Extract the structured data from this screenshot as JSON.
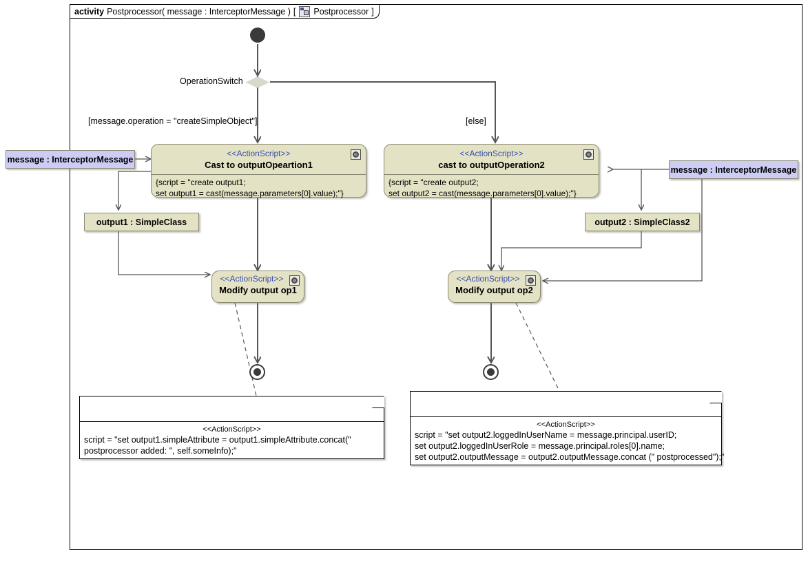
{
  "diagram": {
    "type": "uml-activity-diagram",
    "frame": {
      "keyword": "activity",
      "signature": "Postprocessor( message : InterceptorMessage )",
      "bracket_open": "[",
      "icon": "activity-class-icon",
      "owner": "Postprocessor",
      "bracket_close": "]"
    },
    "initial_node": {
      "name": "initial-node"
    },
    "decision": {
      "label": "OperationSwitch",
      "guard_left": "[message.operation = \"createSimpleObject\"]",
      "guard_right": "[else]"
    },
    "actions": [
      {
        "id": "cast1",
        "stereotype": "<<ActionScript>>",
        "name": "Cast to outputOpeartion1",
        "body_lines": [
          "{script = \"create output1;",
          "set output1 = cast(message.parameters[0].value);\"}"
        ],
        "icon": "action-script-icon"
      },
      {
        "id": "cast2",
        "stereotype": "<<ActionScript>>",
        "name": "cast to outputOperation2",
        "body_lines": [
          "{script = \"create output2;",
          "set output2 = cast(message.parameters[0].value);\"}"
        ],
        "icon": "action-script-icon"
      },
      {
        "id": "modify1",
        "stereotype": "<<ActionScript>>",
        "name": "Modify output op1",
        "icon": "action-script-icon"
      },
      {
        "id": "modify2",
        "stereotype": "<<ActionScript>>",
        "name": "Modify output op2",
        "icon": "action-script-icon"
      }
    ],
    "object_nodes": [
      {
        "id": "output1",
        "label": "output1 : SimpleClass"
      },
      {
        "id": "output2",
        "label": "output2 : SimpleClass2"
      }
    ],
    "parameter_nodes": [
      {
        "id": "message_left",
        "label": "message : InterceptorMessage"
      },
      {
        "id": "message_right",
        "label": "message : InterceptorMessage"
      }
    ],
    "notes": [
      {
        "id": "note1",
        "stereotype": "<<ActionScript>>",
        "lines": [
          "script = \"set output1.simpleAttribute = output1.simpleAttribute.concat(\"",
          "postprocessor added: \", self.someInfo);\""
        ]
      },
      {
        "id": "note2",
        "stereotype": "<<ActionScript>>",
        "lines": [
          "script = \"set output2.loggedInUserName = message.principal.userID;",
          "set output2.loggedInUserRole = message.principal.roles[0].name;",
          "set output2.outputMessage = output2.outputMessage.concat (\" postprocessed\");\""
        ]
      }
    ],
    "final_nodes": [
      {
        "id": "final1",
        "name": "activity-final-node"
      },
      {
        "id": "final2",
        "name": "activity-final-node"
      }
    ],
    "colors": {
      "action_fill": "#e4e2c4",
      "action_border": "#8a8772",
      "parameter_fill": "#ccccf5",
      "stereotype_text": "#3b4fa8",
      "edge": "#555555",
      "decision_fill": "#d8d8cc"
    }
  }
}
